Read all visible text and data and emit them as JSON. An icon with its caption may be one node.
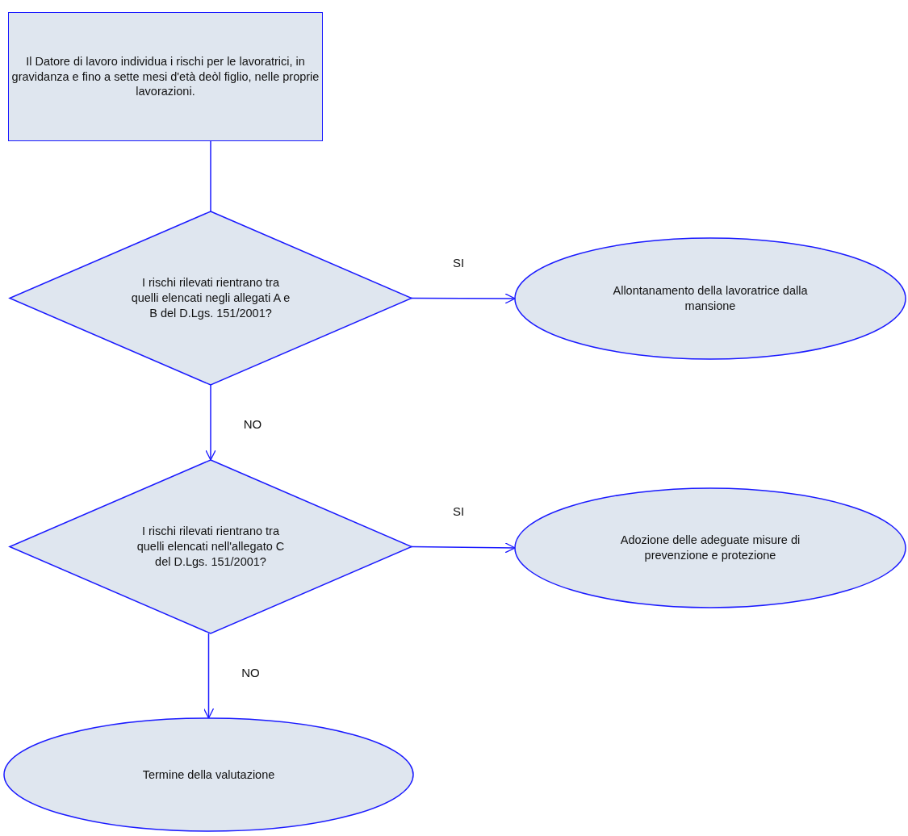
{
  "diagram": {
    "nodes": [
      {
        "text": [
          "Il Datore di lavoro individua i rischi per le lavoratrici, in gravidanza e fino a sette mesi d'età deòl figlio, nelle proprie lavorazioni."
        ]
      },
      {
        "text": [
          "I rischi rilevati rientrano tra quelli elencati negli allegati A e B del D.Lgs. 151/2001?"
        ]
      },
      {
        "text": [
          "Allontanamento della lavoratrice dalla mansione"
        ]
      },
      {
        "text": [
          "I rischi rilevati rientrano tra quelli elencati nell'allegato C del D.Lgs. 151/2001?"
        ]
      },
      {
        "text": [
          "Adozione delle adeguate misure di prevenzione e protezione"
        ]
      },
      {
        "text": [
          "Termine della valutazione"
        ]
      }
    ],
    "edges": [
      {
        "from": 0,
        "to": 1,
        "arrow": "none"
      },
      {
        "from": 1,
        "to": 2,
        "arrow": "to",
        "label": "SI"
      },
      {
        "from": 1,
        "to": 3,
        "arrow": "to",
        "label": "NO"
      },
      {
        "from": 3,
        "to": 4,
        "arrow": "to",
        "label": "SI"
      },
      {
        "from": 3,
        "to": 5,
        "arrow": "to",
        "label": "NO"
      }
    ]
  }
}
